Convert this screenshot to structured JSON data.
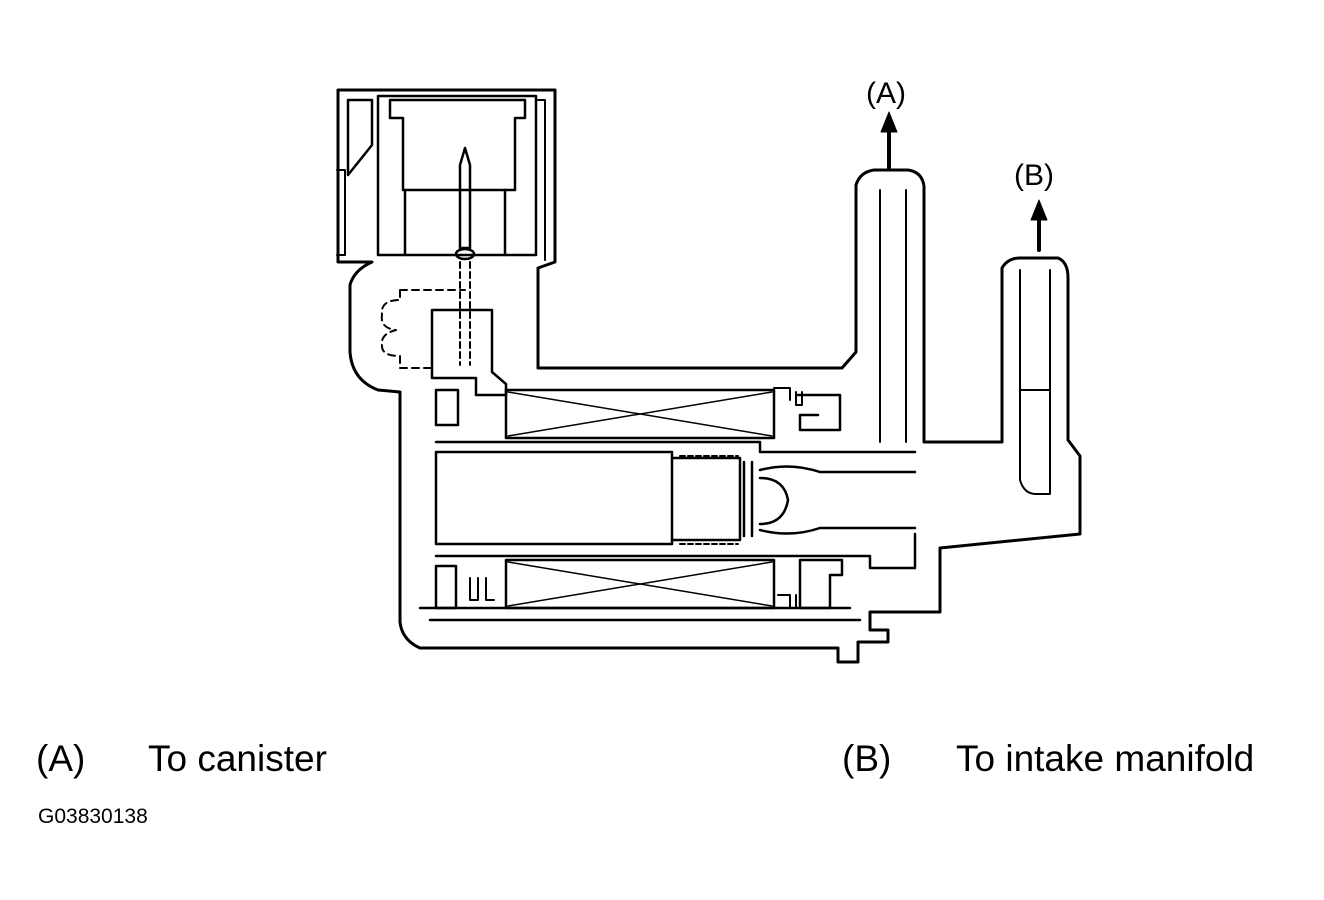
{
  "diagram": {
    "marker_a": "(A)",
    "marker_b": "(B)"
  },
  "legend": {
    "a_key": "(A)",
    "a_text": "To canister",
    "b_key": "(B)",
    "b_text": "To intake manifold"
  },
  "figure_code": "G03830138"
}
